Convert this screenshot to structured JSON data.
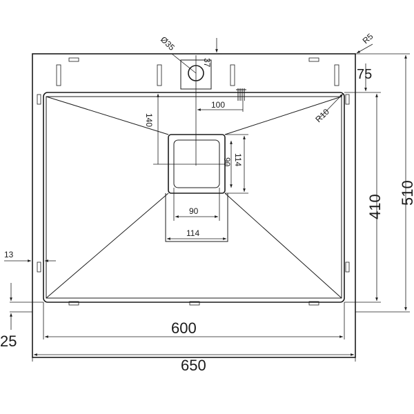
{
  "dimensions": {
    "overall_width": "650",
    "inner_width": "600",
    "overall_depth": "510",
    "inner_depth": "410",
    "deck_depth": "75",
    "bottom_flange": "25",
    "side_flange": "13",
    "corner_radius_outer": "R5",
    "corner_radius_inner": "R10",
    "tap_hole_diameter": "Ø35",
    "tap_hole_offset": "37",
    "tap_hole_distance": "100",
    "drain_top_offset": "140",
    "drain_inner_width": "90",
    "drain_outer_width": "114",
    "drain_inner_height": "90",
    "drain_outer_height": "114"
  }
}
